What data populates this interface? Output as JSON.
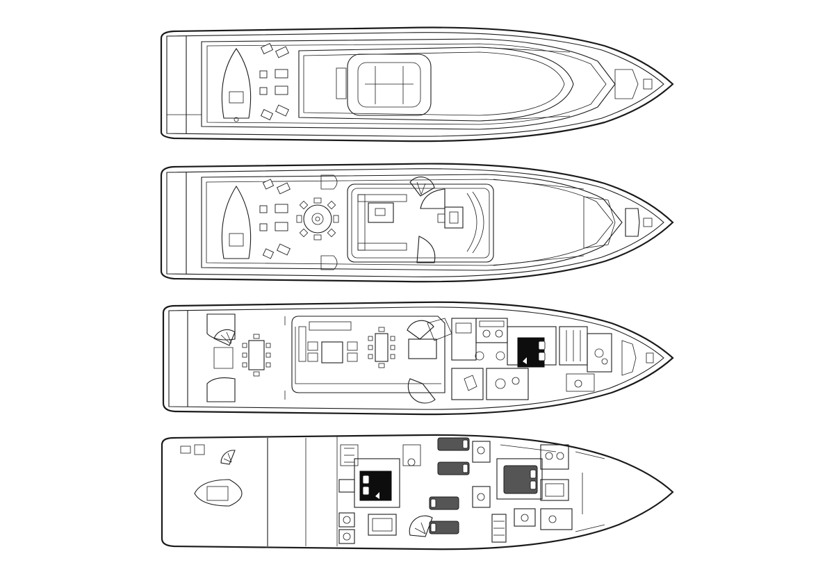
{
  "colors": {
    "background": "#ffffff",
    "line": "#1a1a1a",
    "bed_dark": "#0d0d0d",
    "bed_grey": "#555555"
  },
  "decks": [
    {
      "id": "sun-deck"
    },
    {
      "id": "bridge-deck"
    },
    {
      "id": "main-deck"
    },
    {
      "id": "lower-deck"
    }
  ]
}
